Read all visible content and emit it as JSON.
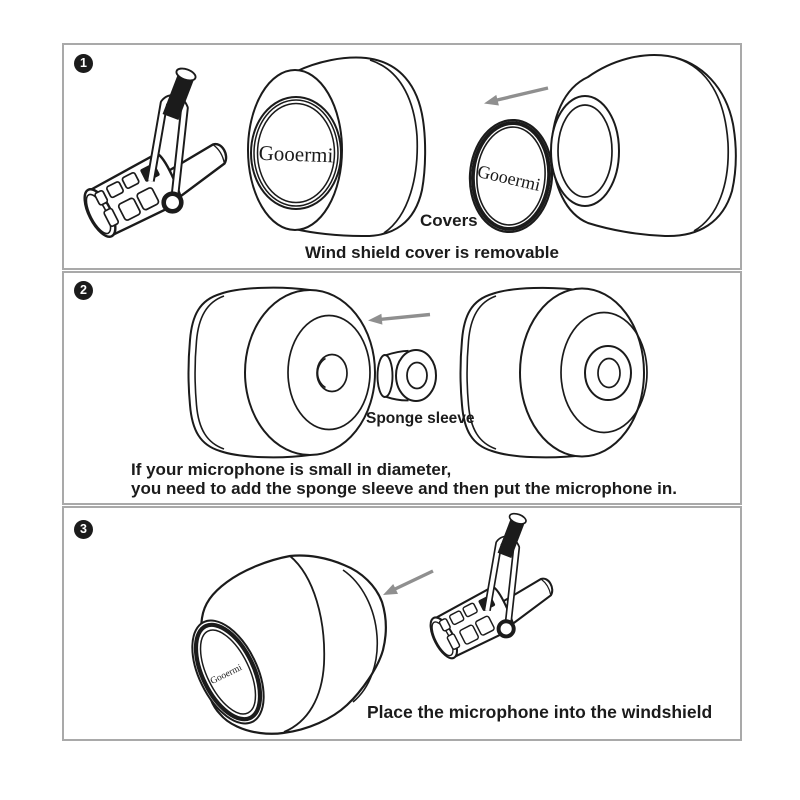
{
  "illustration": {
    "brand": "Gooermi",
    "line_color": "#1b1b1b",
    "arrow_color": "#8f8f8f",
    "panel_border_color": "#a9a9a9"
  },
  "steps": [
    {
      "number": "1",
      "covers_label": "Covers",
      "caption": "Wind shield cover is removable"
    },
    {
      "number": "2",
      "sponge_label": "Sponge sleeve",
      "caption_line1": "If your microphone is small in diameter,",
      "caption_line2": "you need to add the sponge sleeve and then put the microphone in."
    },
    {
      "number": "3",
      "caption": "Place the microphone into the windshield"
    }
  ]
}
